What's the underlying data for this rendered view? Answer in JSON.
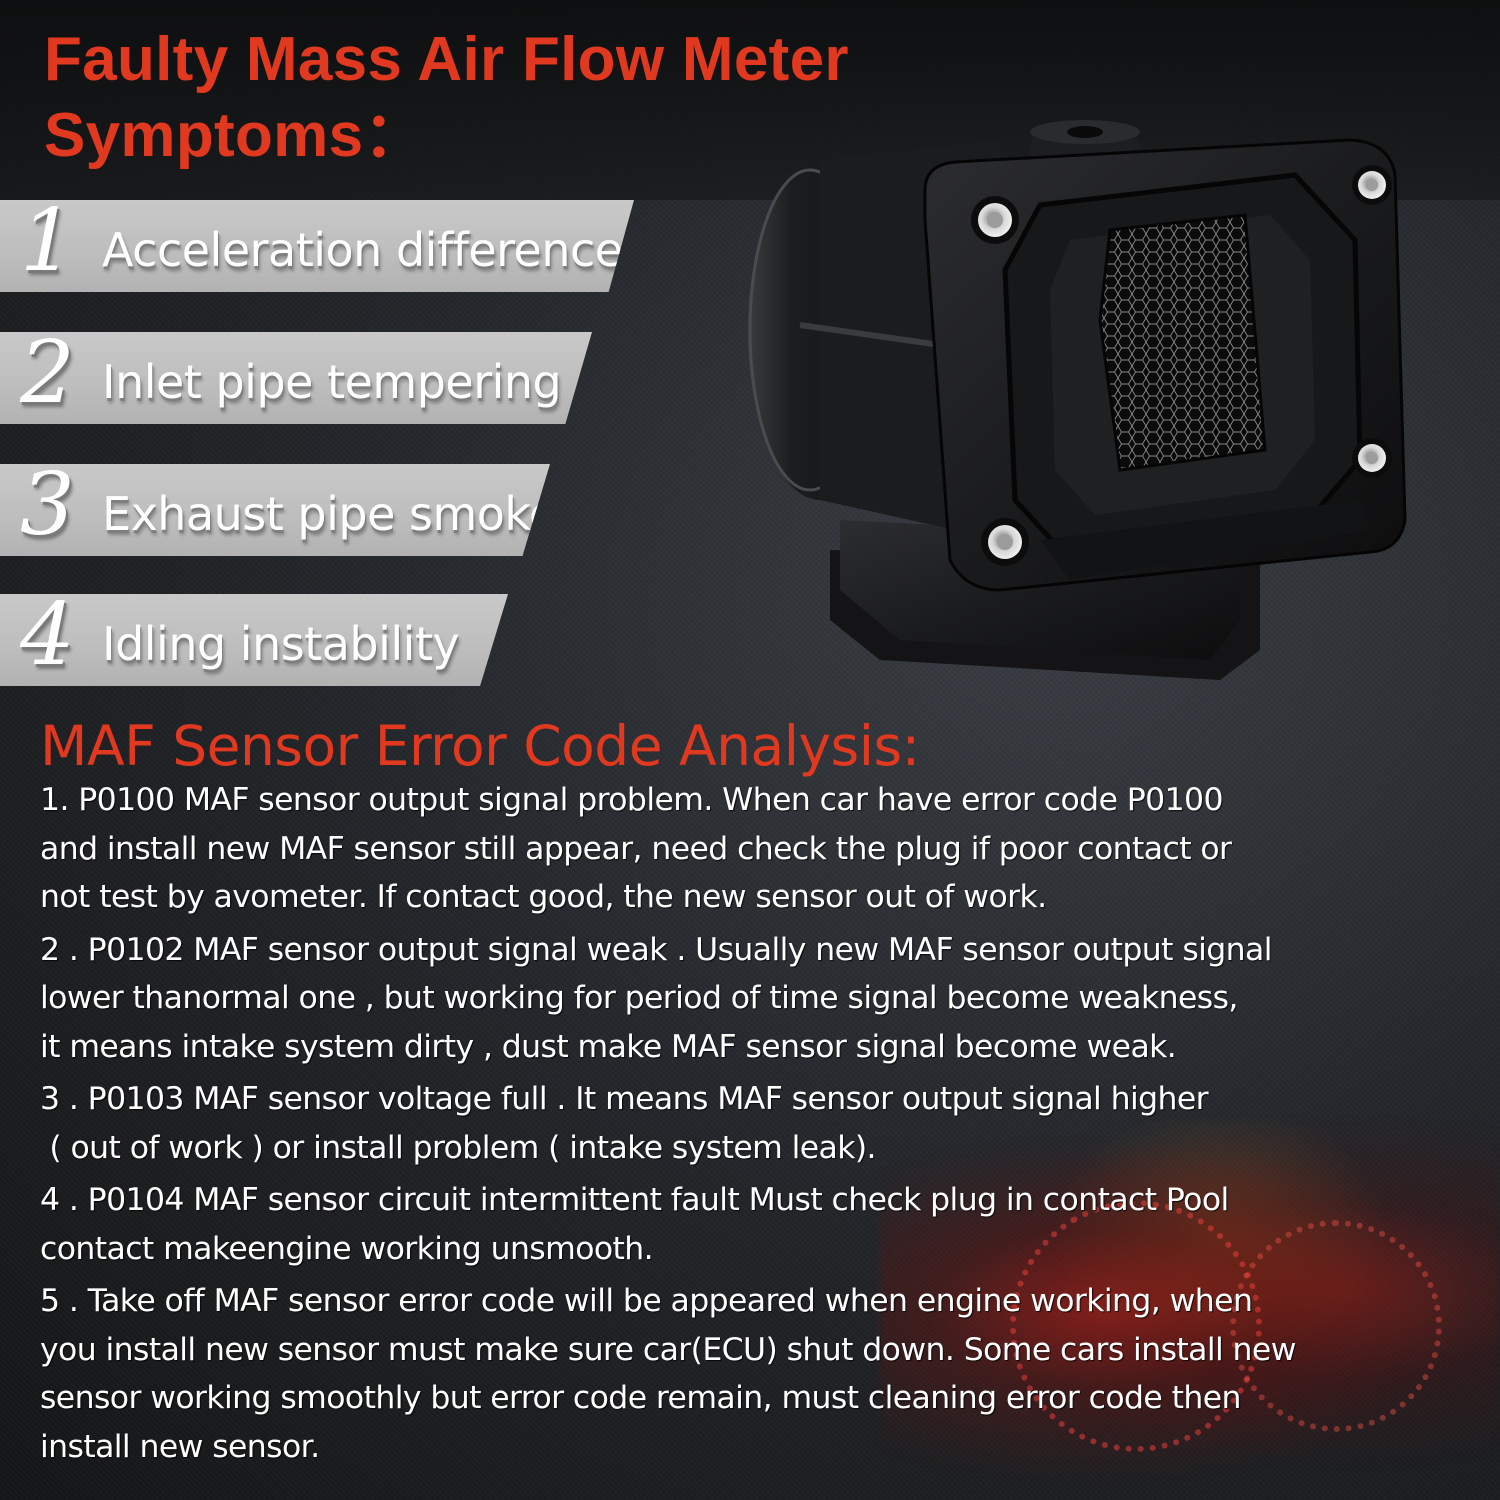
{
  "header": {
    "title_line1": "Faulty Mass Air Flow Meter",
    "title_line2": "Symptoms："
  },
  "symptoms": [
    {
      "number": "1",
      "label": "Acceleration difference"
    },
    {
      "number": "2",
      "label": "Inlet pipe tempering"
    },
    {
      "number": "3",
      "label": "Exhaust pipe smoke"
    },
    {
      "number": "4",
      "label": "Idling instability"
    }
  ],
  "analysis": {
    "title": "MAF Sensor Error Code Analysis:",
    "items": [
      {
        "lines": [
          "1. P0100 MAF sensor output signal problem. When car have error code P0100",
          "and install new MAF sensor still appear, need check the plug if poor contact or",
          "not test by avometer. If contact good, the new sensor out of work."
        ]
      },
      {
        "lines": [
          "2 . P0102 MAF sensor output signal weak . Usually new MAF sensor output signal",
          "lower thanormal one , but working for period of time signal become weakness,",
          "it means intake system dirty , dust make MAF sensor signal become weak."
        ]
      },
      {
        "lines": [
          "3 . P0103 MAF sensor voltage full . It means MAF sensor output signal higher",
          " ( out of work ) or install problem ( intake system leak)."
        ]
      },
      {
        "lines": [
          "4 . P0104 MAF sensor circuit intermittent fault Must check plug in contact Pool",
          "contact makeengine working unsmooth."
        ]
      },
      {
        "lines": [
          "5 . Take off MAF sensor error code will be appeared when engine working, when",
          "you install new sensor must make sure car(ECU) shut down. Some cars install new",
          "sensor working smoothly but error code remain, must cleaning error code then",
          "install new sensor."
        ]
      }
    ]
  },
  "image": {
    "product": "mass-air-flow-sensor",
    "background_accent": "dashboard-gauge-cluster"
  },
  "colors": {
    "accent_red": "#e0391f",
    "banner_gray": "#bdbdbd",
    "text_white": "#ffffff",
    "background_dark": "#1c1e20"
  }
}
